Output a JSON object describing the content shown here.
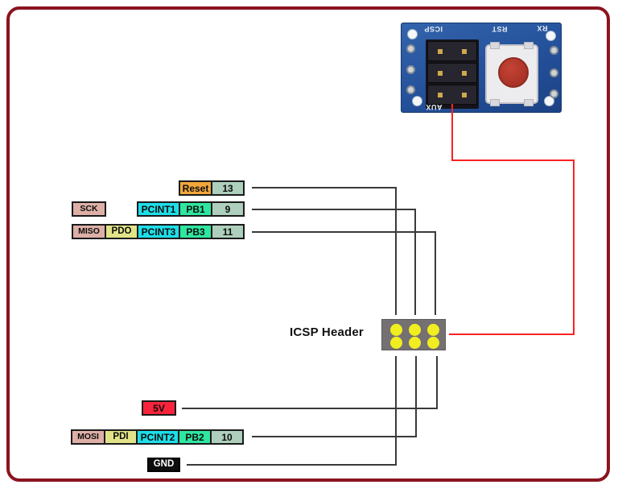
{
  "figure": {
    "type": "wiring-diagram",
    "subject": "ICSP header to Arduino pin mapping"
  },
  "board_photo": {
    "description": "blue reset-button breakout board with 2x3 ICSP header",
    "silkscreen": {
      "icsp": "ICSP",
      "rst": "RST",
      "rx": "RX",
      "aux": "AUX"
    }
  },
  "icsp_header": {
    "label": "ICSP Header",
    "pin_rows": 2,
    "pin_cols": 3
  },
  "pins": {
    "reset": {
      "name": "Reset",
      "arduino_pin": "13"
    },
    "sck": {
      "signal": "SCK",
      "pcint": "PCINT1",
      "port": "PB1",
      "arduino_pin": "9"
    },
    "miso": {
      "signal": "MISO",
      "alt": "PDO",
      "pcint": "PCINT3",
      "port": "PB3",
      "arduino_pin": "11"
    },
    "power": {
      "name": "5V"
    },
    "mosi": {
      "signal": "MOSI",
      "alt": "PDI",
      "pcint": "PCINT2",
      "port": "PB2",
      "arduino_pin": "10"
    },
    "ground": {
      "name": "GND"
    }
  },
  "colors": {
    "frame_border": "#8b141e",
    "wire": "#3a3a3a",
    "wire_power_red": "#f92222",
    "box_border": "#1a1a1a",
    "signal_pink": "#ddafa7",
    "reset_orange": "#f2a73b",
    "pin_number_sage": "#adcfbc",
    "pcint_cyan": "#1ddee9",
    "port_green": "#2ee6a0",
    "alt_yellow": "#e2e388",
    "power_red": "#f9243b",
    "gnd_black": "#0d0d0d",
    "header_body_gray": "#757071",
    "header_pin_yellow": "#f0ee20",
    "pcb_blue": "#2a5a9e",
    "button_red": "#b5372a"
  }
}
